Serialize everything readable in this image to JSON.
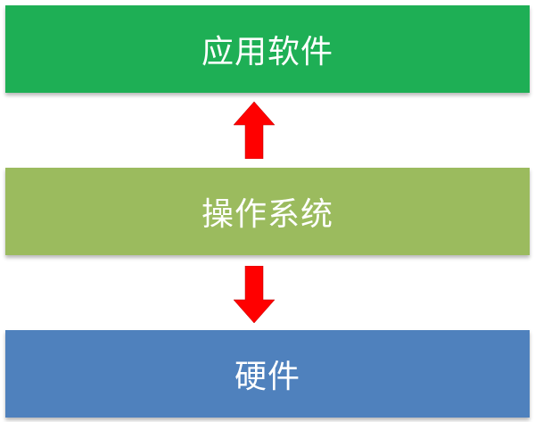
{
  "layers": {
    "app": {
      "label": "应用软件",
      "color": "#1eaf55"
    },
    "os": {
      "label": "操作系统",
      "color": "#9bbb5e"
    },
    "hw": {
      "label": "硬件",
      "color": "#4f81bd"
    }
  },
  "arrows": {
    "color": "#ff0000",
    "up": "up-arrow",
    "down": "down-arrow"
  }
}
